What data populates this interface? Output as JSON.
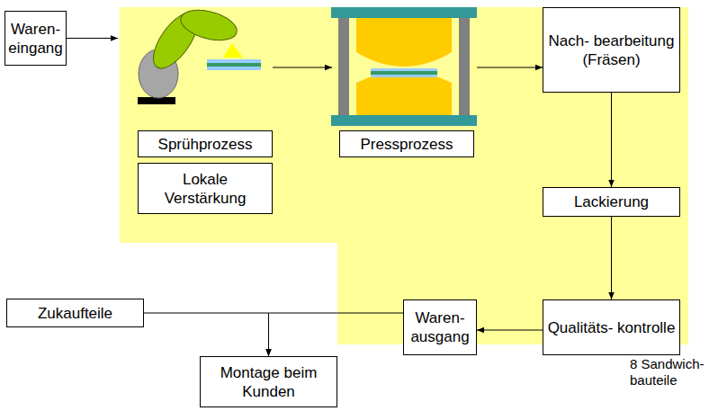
{
  "diagram": {
    "nodes": [
      {
        "text": [
          "Waren- eingang"
        ]
      },
      {
        "text": [
          "Sprühprozess"
        ]
      },
      {
        "text": [
          "Lokale Verstärkung"
        ]
      },
      {
        "text": [
          "Pressprozess"
        ]
      },
      {
        "text": [
          "Nach- bearbeitung (Fräsen)"
        ]
      },
      {
        "text": [
          "Lackierung"
        ]
      },
      {
        "text": [
          "Qualitäts- kontrolle"
        ]
      },
      {
        "text": [
          "Waren- ausgang"
        ]
      },
      {
        "text": [
          "Zukaufteile"
        ]
      },
      {
        "text": [
          "Montage beim Kunden"
        ]
      }
    ],
    "edges": [
      {
        "from": 0,
        "to": 1,
        "arrow": "to"
      },
      {
        "from": 1,
        "to": 3,
        "arrow": "to"
      },
      {
        "from": 3,
        "to": 4,
        "arrow": "to"
      },
      {
        "from": 4,
        "to": 5,
        "arrow": "to"
      },
      {
        "from": 5,
        "to": 6,
        "arrow": "to"
      },
      {
        "from": 6,
        "to": 7,
        "arrow": "to"
      },
      {
        "from": 7,
        "to": 9,
        "arrow": "to"
      },
      {
        "from": 8,
        "to": 9,
        "arrow": "to"
      }
    ],
    "labels": [
      "8 Sandwich- bauteile"
    ]
  }
}
